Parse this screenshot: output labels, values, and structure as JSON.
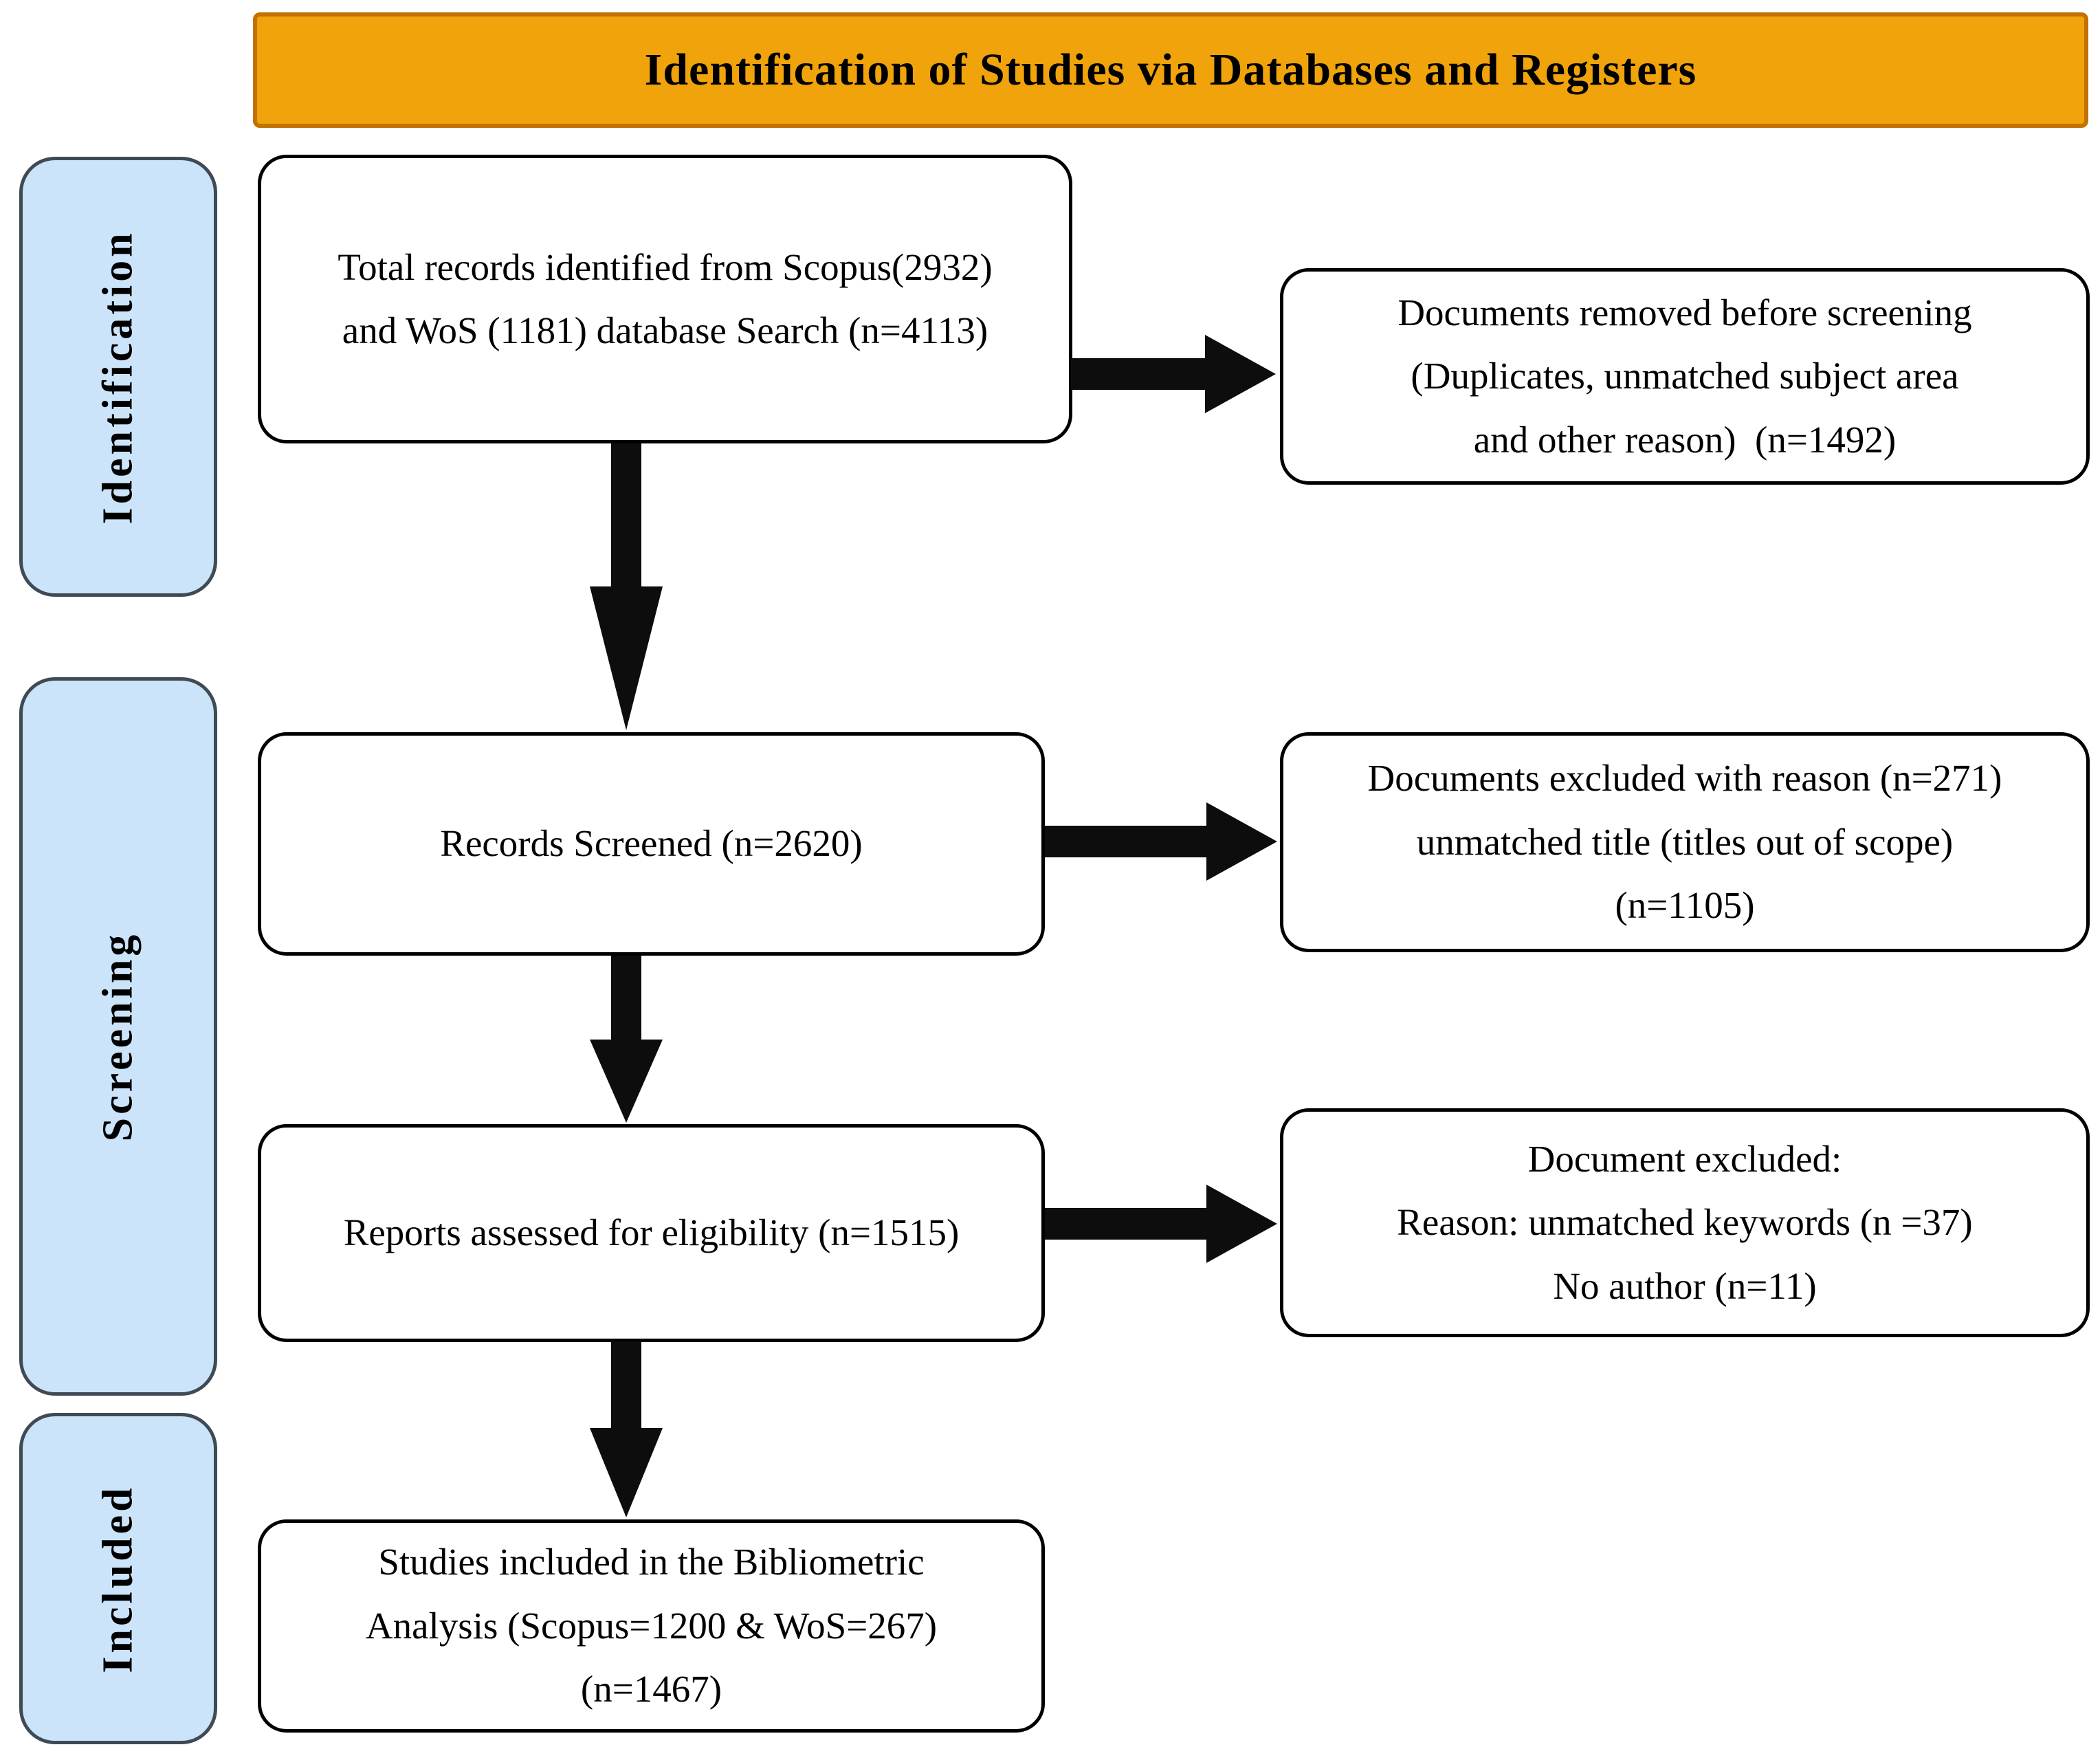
{
  "header": {
    "title": "Identification of Studies via Databases and Registers"
  },
  "sidebar": {
    "stages": [
      {
        "label": "Identification"
      },
      {
        "label": "Screening"
      },
      {
        "label": "Included"
      }
    ]
  },
  "flow": {
    "identified": {
      "lines": [
        "Total records identified from Scopus(2932)",
        "and WoS (1181) database Search (n=4113)"
      ]
    },
    "removed_before_screening": {
      "lines": [
        "Documents removed before screening",
        "(Duplicates, unmatched subject area",
        "and other reason)  (n=1492)"
      ]
    },
    "screened": {
      "lines": [
        "Records Screened (n=2620)"
      ]
    },
    "excluded_titles": {
      "lines": [
        "Documents excluded with reason (n=271)",
        "unmatched title (titles out of scope)",
        "(n=1105)"
      ]
    },
    "eligibility": {
      "lines": [
        "Reports assessed for eligibility (n=1515)"
      ]
    },
    "excluded_keywords": {
      "lines": [
        "Document excluded:",
        "Reason: unmatched keywords (n =37)",
        "No author (n=11)"
      ]
    },
    "included_final": {
      "lines": [
        "Studies included in the Bibliometric",
        "Analysis (Scopus=1200 & WoS=267)",
        "(n=1467)"
      ]
    }
  },
  "colors": {
    "header_fill": "#F0A30A",
    "header_border": "#C27200",
    "stage_fill": "#CCE4FA",
    "stage_border": "#3F4A54",
    "box_border": "#000000",
    "arrow_color": "#0D0D0D",
    "text_color": "#000000"
  }
}
